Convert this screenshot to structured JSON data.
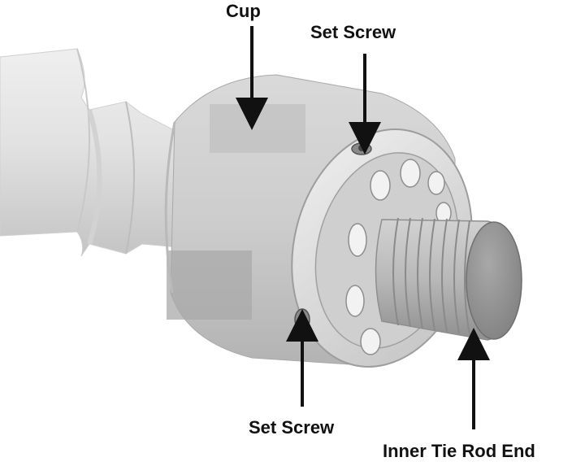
{
  "diagram": {
    "labels": {
      "cup": "Cup",
      "set_screw_top": "Set Screw",
      "set_screw_bottom": "Set Screw",
      "inner_tie_rod_end": "Inner Tie Rod End"
    },
    "colors": {
      "metal_light": "#e6e6e6",
      "metal_mid": "#c9c9c9",
      "metal_dark": "#9a9a9a",
      "arrow": "#111111"
    }
  }
}
